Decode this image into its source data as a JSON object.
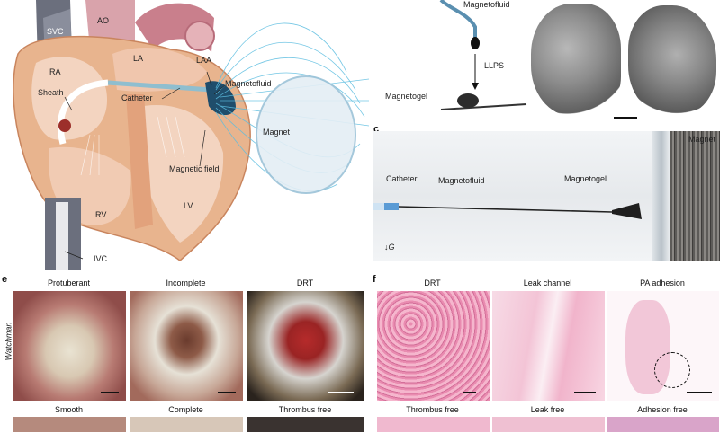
{
  "panel_a": {
    "labels": {
      "svc": "SVC",
      "ao": "AO",
      "la": "LA",
      "laa": "LAA",
      "ra": "RA",
      "sheath": "Sheath",
      "catheter": "Catheter",
      "magnetofluid": "Magnetofluid",
      "magnet": "Magnet",
      "magnetic_field": "Magnetic field",
      "rv": "RV",
      "lv": "LV",
      "ivc": "IVC"
    }
  },
  "panel_b": {
    "magnetofluid": "Magnetofluid",
    "llps": "LLPS",
    "magnetogel": "Magnetogel"
  },
  "panel_c": {
    "letter": "c",
    "magnet": "Magnet",
    "catheter": "Catheter",
    "magnetofluid": "Magnetofluid",
    "magnetogel": "Magnetogel",
    "gravity": "G"
  },
  "panel_e": {
    "letter": "e",
    "row_label": "Watchman",
    "top_titles": [
      "Protuberant",
      "Incomplete",
      "DRT"
    ],
    "bottom_titles": [
      "Smooth",
      "Complete",
      "Thrombus free"
    ]
  },
  "panel_f": {
    "letter": "f",
    "top_titles": [
      "DRT",
      "Leak channel",
      "PA adhesion"
    ],
    "bottom_titles": [
      "Thrombus free",
      "Leak free",
      "Adhesion free"
    ]
  },
  "colors": {
    "heart_muscle": "#e8b48e",
    "chamber": "#f3d4c0",
    "vessel": "#c9828a",
    "magnet_field": "#5bbde0",
    "histo_pink": "#f1a9c4"
  }
}
